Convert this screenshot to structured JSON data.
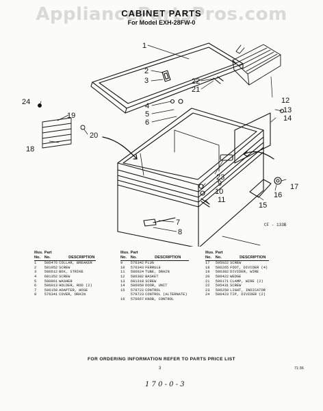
{
  "watermark": "AppliancePartsPros.com",
  "title": "CABINET PARTS",
  "subtitle": "For Model EXH-28FW-0",
  "figure_code": "CF - 133B",
  "callouts": [
    "1",
    "2",
    "3",
    "4",
    "5",
    "6",
    "7",
    "8",
    "9",
    "10",
    "11",
    "12",
    "13",
    "14",
    "15",
    "16",
    "17",
    "18",
    "19",
    "20",
    "21",
    "22",
    "23",
    "24"
  ],
  "table": {
    "header_illus": "Illus.",
    "header_no": "No.",
    "header_part": "Part",
    "header_part_no": "No.",
    "header_desc": "DESCRIPTION",
    "columns": [
      [
        [
          "1",
          "586476",
          "COLLAR, BREAKER"
        ],
        [
          "2",
          "581952",
          "SCREW"
        ],
        [
          "3",
          "586612",
          "BOX, STRIKE"
        ],
        [
          "4",
          "681352",
          "SCREW"
        ],
        [
          "5",
          "580861",
          "WASHER"
        ],
        [
          "6",
          "586013",
          "HOLDER, ROD (2)"
        ],
        [
          "7",
          "596159",
          "ADAPTER, HOSE"
        ],
        [
          "8",
          "576341",
          "COVER, DRAIN"
        ]
      ],
      [
        [
          "9",
          "576342",
          "PLUG"
        ],
        [
          "10",
          "576343",
          "FERRULE"
        ],
        [
          "11",
          "586624",
          "TUBE, DRAIN"
        ],
        [
          "12",
          "586382",
          "BASKET"
        ],
        [
          "13",
          "681318",
          "SCREW"
        ],
        [
          "14",
          "586059",
          "DOOR, UNIT"
        ],
        [
          "15",
          "579722",
          "CONTROL"
        ],
        [
          "",
          "579723",
          "CONTROL (ALTERNATE)"
        ],
        [
          "16",
          "576667",
          "KNOB, CONTROL"
        ]
      ],
      [
        [
          "17",
          "595022",
          "SCREW"
        ],
        [
          "18",
          "586265",
          "FOOT, DIVIDER (4)"
        ],
        [
          "19",
          "586382",
          "DIVIDER, WIRE"
        ],
        [
          "20",
          "586422",
          "WEDGE"
        ],
        [
          "21",
          "596171",
          "CLAMP, WIRE (2)"
        ],
        [
          "22",
          "595431",
          "SCREW"
        ],
        [
          "23",
          "586250",
          "LIGHT, INDICATOR"
        ],
        [
          "24",
          "586423",
          "TIP, DIVIDER (2)"
        ]
      ]
    ]
  },
  "footer": "FOR ORDERING INFORMATION REFER TO PARTS PRICE LIST",
  "page_number": "3",
  "date_code": "71:36",
  "handwritten": "1 7 0 - 0 - 3"
}
